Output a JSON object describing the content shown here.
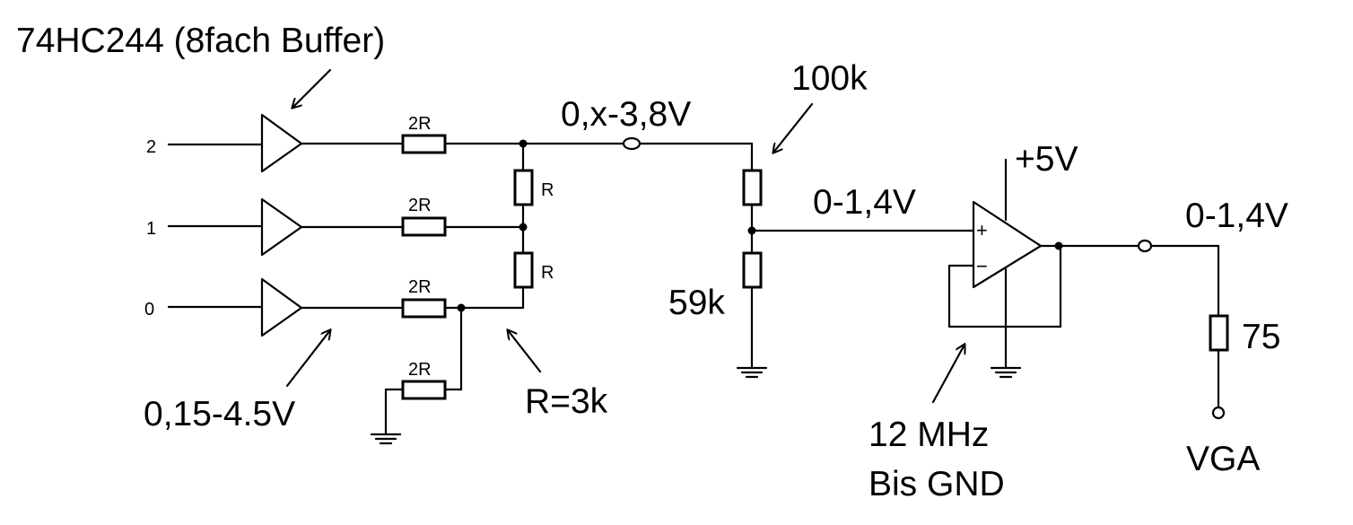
{
  "title": "74HC244 (8fach Buffer)",
  "inputs": {
    "bit2": "2",
    "bit1": "1",
    "bit0": "0"
  },
  "resistors": {
    "r2r_top": "2R",
    "r2r_mid": "2R",
    "r2r_bot": "2R",
    "r2r_gnd": "2R",
    "r_upper": "R",
    "r_lower": "R",
    "r_top_divider": "100k",
    "r_bottom_divider": "59k",
    "r_termination": "75"
  },
  "annotations": {
    "buffer_output_range": "0,15-4.5V",
    "r_value": "R=3k",
    "ladder_output_range": "0,x-3,8V",
    "divider_output_range": "0-1,4V",
    "supply": "+5V",
    "opamp_plus": "+",
    "opamp_minus": "−",
    "feedback_note_line1": "12 MHz",
    "feedback_note_line2": "Bis GND",
    "output_range": "0-1,4V",
    "connector": "VGA"
  }
}
